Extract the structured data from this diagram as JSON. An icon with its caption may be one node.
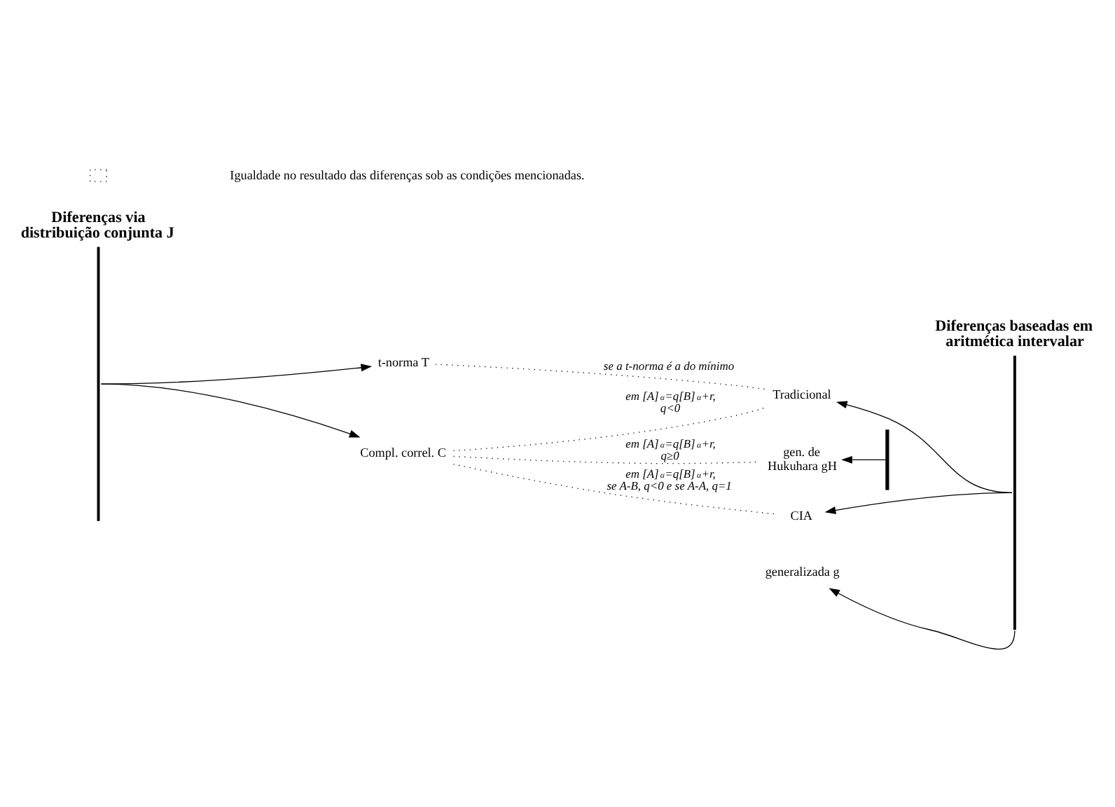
{
  "diagram": {
    "nodes": [
      {
        "text": [
          "Diferenças via distribuição conjunta J"
        ]
      },
      {
        "text": [
          "Diferenças baseadas em aritmética intervalar"
        ]
      },
      {
        "text": [
          "Tradicional"
        ]
      },
      {
        "text": [
          "t-norma T"
        ]
      },
      {
        "text": [
          "generalizada g"
        ]
      },
      {
        "text": [
          "Compl. correl. C"
        ]
      },
      {
        "text": [
          "gen. de Hukuhara gH"
        ]
      },
      {
        "text": [],
        "shape": "bar"
      },
      {
        "text": [
          "CIA"
        ]
      }
    ],
    "edges": [
      {
        "from": 0,
        "to": 3,
        "arrow": "to"
      },
      {
        "from": 0,
        "to": 5,
        "arrow": "to"
      },
      {
        "from": 1,
        "to": 2,
        "arrow": "to"
      },
      {
        "from": 1,
        "to": 4,
        "arrow": "to"
      },
      {
        "from": 1,
        "to": 8,
        "arrow": "to"
      },
      {
        "from": 7,
        "to": 6,
        "arrow": "to"
      },
      {
        "from": 3,
        "to": 2,
        "arrow": "none",
        "style": "dashed",
        "label": "se a t-norma é a do mínimo"
      },
      {
        "from": 2,
        "to": 5,
        "arrow": "none",
        "style": "dashed",
        "label": "em [A]$_{α}$=q[B]$_{α}$+r, q<0"
      },
      {
        "from": 5,
        "to": 6,
        "arrow": "none",
        "style": "dashed",
        "label": "em [A]$_{α}$=q[B]$_{α}$+r, q≥0"
      },
      {
        "from": 5,
        "to": 8,
        "arrow": "none",
        "style": "dashed",
        "label": "em [A]$_{α}$=q[B]$_{α}$+r, se A-B, q<0 e se A-A, q=1"
      }
    ],
    "legend": [
      {
        "text": "Igualdade no resultado das diferenças sob as condições mencionadas."
      }
    ]
  }
}
